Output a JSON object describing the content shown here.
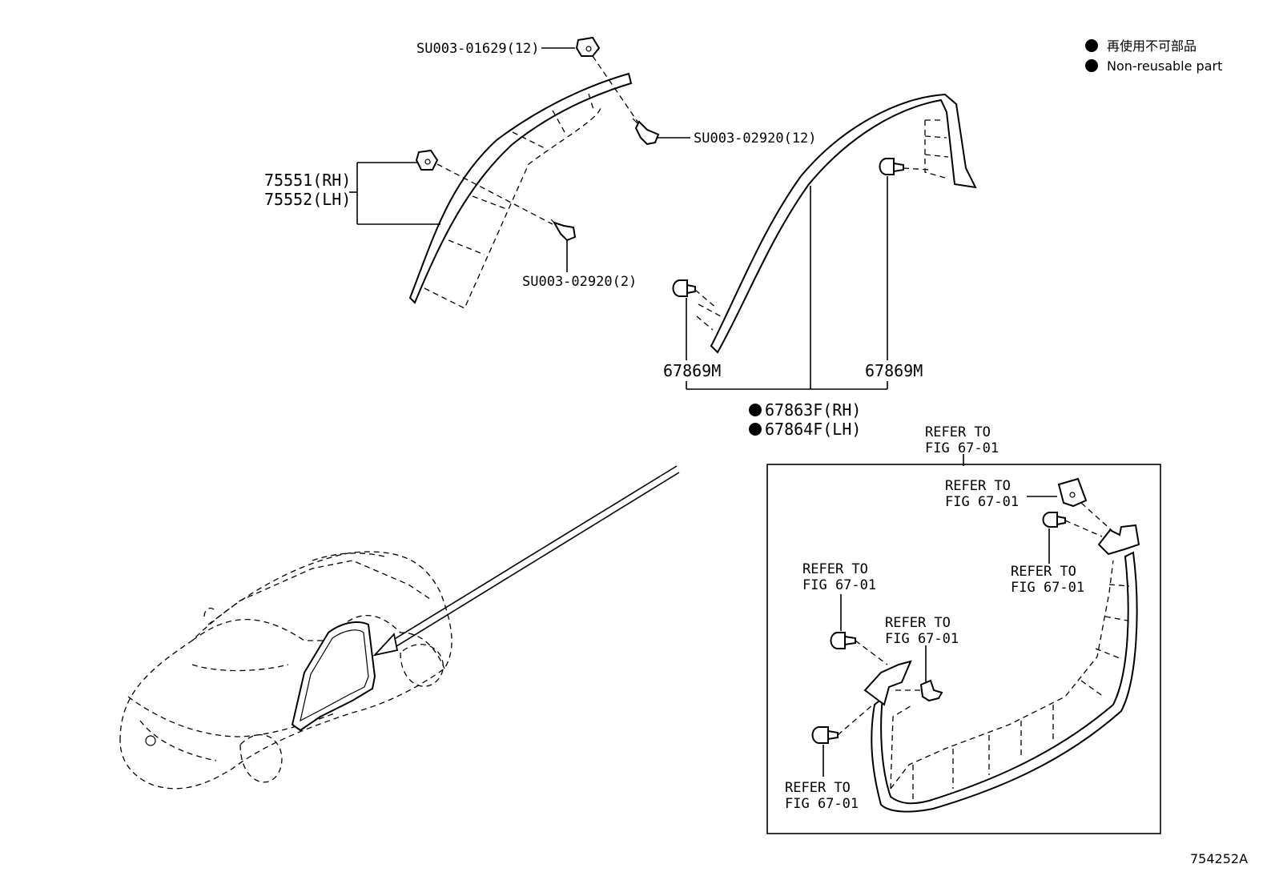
{
  "legend": {
    "jp": "再使用不可部品",
    "en": "Non-reusable part"
  },
  "labels": {
    "clip_top": "SU003-01629(12)",
    "screw_right": "SU003-02920(12)",
    "screw_lower": "SU003-02920(2)",
    "moulding_rh": "75551(RH)",
    "moulding_lh": "75552(LH)",
    "clip_left": "67869M",
    "clip_right": "67869M",
    "weatherstrip_rh": "67863F(RH)",
    "weatherstrip_lh": "67864F(LH)"
  },
  "refer": {
    "top": [
      "REFER TO",
      "FIG 67-01"
    ],
    "box_upper": [
      "REFER TO",
      "FIG 67-01"
    ],
    "box_right": [
      "REFER TO",
      "FIG 67-01"
    ],
    "box_left": [
      "REFER TO",
      "FIG 67-01"
    ],
    "box_mid": [
      "REFER TO",
      "FIG 67-01"
    ],
    "box_bottom": [
      "REFER TO",
      "FIG 67-01"
    ]
  },
  "figure_id": "754252A"
}
